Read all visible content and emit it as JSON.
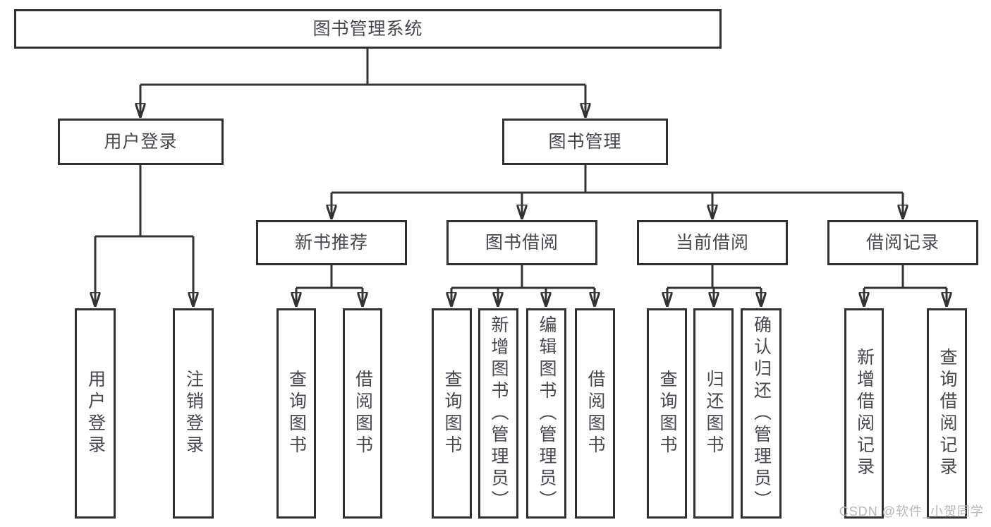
{
  "colors": {
    "line": "#333333",
    "box_border": "#303030",
    "text": "#47474f",
    "watermark": "#b8b8bc",
    "background": "#ffffff"
  },
  "tree": {
    "root": {
      "label": "图书管理系统"
    },
    "user_login": {
      "label": "用户登录",
      "children": {
        "login": {
          "label": "用户登录"
        },
        "logout": {
          "label": "注销登录"
        }
      }
    },
    "book_mgmt": {
      "label": "图书管理",
      "children": {
        "new_book": {
          "label": "新书推荐",
          "children": {
            "query": {
              "label": "查询图书"
            },
            "borrow": {
              "label": "借阅图书"
            }
          }
        },
        "borrow": {
          "label": "图书借阅",
          "children": {
            "query": {
              "label": "查询图书"
            },
            "add": {
              "label": "新增图书（管理员）"
            },
            "edit": {
              "label": "编辑图书（管理员）"
            },
            "borrow": {
              "label": "借阅图书"
            }
          }
        },
        "current": {
          "label": "当前借阅",
          "children": {
            "query": {
              "label": "查询图书"
            },
            "return": {
              "label": "归还图书"
            },
            "confirm": {
              "label": "确认归还（管理员）"
            }
          }
        },
        "records": {
          "label": "借阅记录",
          "children": {
            "add": {
              "label": "新增借阅记录"
            },
            "query": {
              "label": "查询借阅记录"
            }
          }
        }
      }
    }
  },
  "watermark": {
    "text": "CSDN @软件_小贺同学"
  }
}
